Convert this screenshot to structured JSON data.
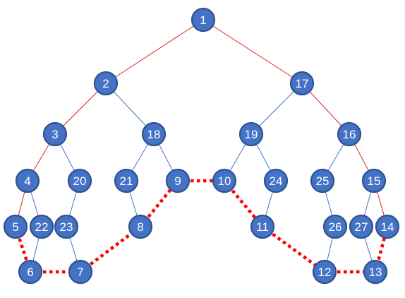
{
  "colors": {
    "node_fill": "#4472c4",
    "node_stroke": "#2f528f",
    "tree_edge": "#4472c4",
    "path_edge": "#e02020",
    "boundary": "#ff0000",
    "label": "#ffffff"
  },
  "nodes": [
    {
      "id": "n1",
      "label": "1"
    },
    {
      "id": "n2",
      "label": "2"
    },
    {
      "id": "n17",
      "label": "17"
    },
    {
      "id": "n3",
      "label": "3"
    },
    {
      "id": "n18",
      "label": "18"
    },
    {
      "id": "n19",
      "label": "19"
    },
    {
      "id": "n16",
      "label": "16"
    },
    {
      "id": "n4",
      "label": "4"
    },
    {
      "id": "n20",
      "label": "20"
    },
    {
      "id": "n21",
      "label": "21"
    },
    {
      "id": "n9",
      "label": "9"
    },
    {
      "id": "n10",
      "label": "10"
    },
    {
      "id": "n24",
      "label": "24"
    },
    {
      "id": "n25",
      "label": "25"
    },
    {
      "id": "n15",
      "label": "15"
    },
    {
      "id": "n5",
      "label": "5"
    },
    {
      "id": "n22",
      "label": "22"
    },
    {
      "id": "n23",
      "label": "23"
    },
    {
      "id": "n8",
      "label": "8"
    },
    {
      "id": "n11",
      "label": "11"
    },
    {
      "id": "n26",
      "label": "26"
    },
    {
      "id": "n27",
      "label": "27"
    },
    {
      "id": "n14",
      "label": "14"
    },
    {
      "id": "n6",
      "label": "6"
    },
    {
      "id": "n7",
      "label": "7"
    },
    {
      "id": "n12",
      "label": "12"
    },
    {
      "id": "n13",
      "label": "13"
    }
  ],
  "edges": [
    {
      "from": "n1",
      "to": "n2",
      "kind": "path"
    },
    {
      "from": "n1",
      "to": "n17",
      "kind": "path"
    },
    {
      "from": "n2",
      "to": "n3",
      "kind": "path"
    },
    {
      "from": "n2",
      "to": "n18",
      "kind": "tree"
    },
    {
      "from": "n17",
      "to": "n19",
      "kind": "tree"
    },
    {
      "from": "n17",
      "to": "n16",
      "kind": "path"
    },
    {
      "from": "n3",
      "to": "n4",
      "kind": "path"
    },
    {
      "from": "n3",
      "to": "n20",
      "kind": "tree"
    },
    {
      "from": "n18",
      "to": "n21",
      "kind": "tree"
    },
    {
      "from": "n18",
      "to": "n9",
      "kind": "tree"
    },
    {
      "from": "n19",
      "to": "n10",
      "kind": "tree"
    },
    {
      "from": "n19",
      "to": "n24",
      "kind": "tree"
    },
    {
      "from": "n16",
      "to": "n25",
      "kind": "tree"
    },
    {
      "from": "n16",
      "to": "n15",
      "kind": "path"
    },
    {
      "from": "n4",
      "to": "n5",
      "kind": "path"
    },
    {
      "from": "n4",
      "to": "n22",
      "kind": "tree"
    },
    {
      "from": "n20",
      "to": "n23",
      "kind": "tree"
    },
    {
      "from": "n21",
      "to": "n8",
      "kind": "tree"
    },
    {
      "from": "n24",
      "to": "n11",
      "kind": "tree"
    },
    {
      "from": "n25",
      "to": "n26",
      "kind": "tree"
    },
    {
      "from": "n15",
      "to": "n27",
      "kind": "tree"
    },
    {
      "from": "n15",
      "to": "n14",
      "kind": "path"
    },
    {
      "from": "n22",
      "to": "n6",
      "kind": "tree"
    },
    {
      "from": "n23",
      "to": "n7",
      "kind": "tree"
    },
    {
      "from": "n26",
      "to": "n12",
      "kind": "tree"
    },
    {
      "from": "n27",
      "to": "n13",
      "kind": "tree"
    }
  ],
  "boundary": [
    [
      "n5",
      "n6"
    ],
    [
      "n6",
      "n7"
    ],
    [
      "n7",
      "n8"
    ],
    [
      "n8",
      "n9"
    ],
    [
      "n9",
      "n10"
    ],
    [
      "n10",
      "n11"
    ],
    [
      "n11",
      "n12"
    ],
    [
      "n12",
      "n13"
    ],
    [
      "n13",
      "n14"
    ]
  ]
}
